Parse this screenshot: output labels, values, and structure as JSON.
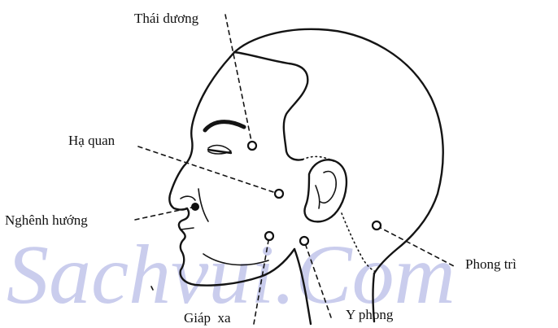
{
  "labels": {
    "thai_duong": "Thái dương",
    "ha_quan": "Hạ quan",
    "nghenh_huong": "Nghênh hướng",
    "giap_xa": "Giáp  xa",
    "y_phong": "Y phong",
    "phong_tri": "Phong trì"
  },
  "watermark": "Sachvui.Com"
}
